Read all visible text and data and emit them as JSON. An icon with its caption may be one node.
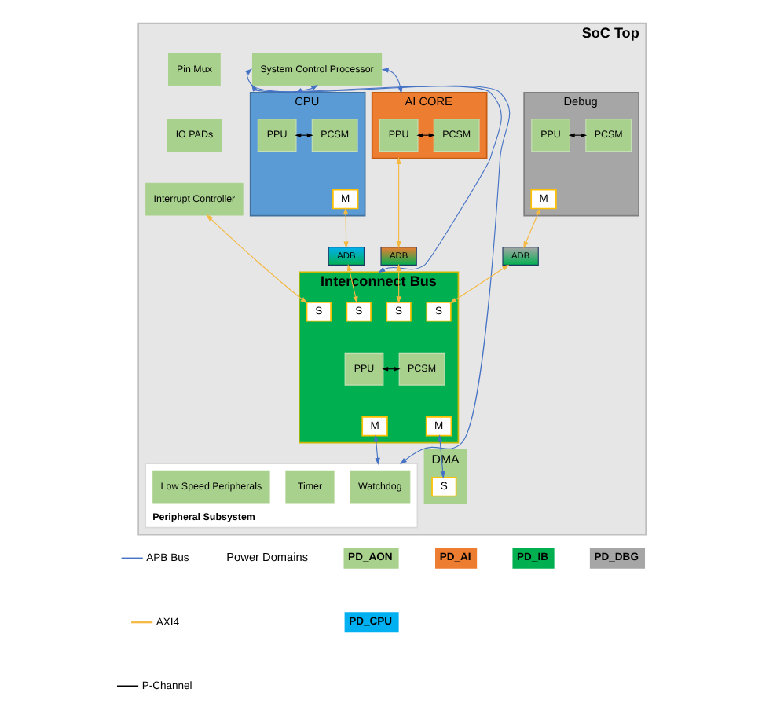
{
  "diagram": {
    "nodes": [
      {
        "text": [
          "SoC Top"
        ]
      },
      {
        "text": [
          "System Control Processor"
        ],
        "in": 0
      },
      {
        "text": [
          "CPU"
        ],
        "in": 0
      },
      {
        "text": [
          "PPU"
        ],
        "in": 2
      },
      {
        "text": [
          "PCSM"
        ],
        "in": 2
      },
      {
        "text": [
          "M"
        ],
        "in": 2
      },
      {
        "text": [
          "Debug"
        ],
        "in": 0
      },
      {
        "text": [
          "PPU"
        ],
        "in": 6
      },
      {
        "text": [
          "PCSM"
        ],
        "in": 6
      },
      {
        "text": [
          "M"
        ],
        "in": 6
      },
      {
        "text": [
          "AI CORE"
        ],
        "in": 0
      },
      {
        "text": [
          "PPU"
        ],
        "in": 10
      },
      {
        "text": [
          "PCSM"
        ],
        "in": 10
      },
      {
        "text": [
          "Pin Mux"
        ],
        "in": 0
      },
      {
        "text": [
          "IO PADs"
        ],
        "in": 0
      },
      {
        "text": [
          "Interrupt Controller"
        ],
        "in": 0
      },
      {
        "text": [
          "ADB"
        ],
        "in": 0
      },
      {
        "text": [
          "ADB"
        ],
        "in": 0
      },
      {
        "text": [
          "ADB"
        ],
        "in": 0
      },
      {
        "text": [
          "Interconnect Bus"
        ],
        "in": 0
      },
      {
        "text": [
          "S"
        ],
        "in": 19
      },
      {
        "text": [
          "S"
        ],
        "in": 19
      },
      {
        "text": [
          "S"
        ],
        "in": 19
      },
      {
        "text": [
          "S"
        ],
        "in": 19
      },
      {
        "text": [
          "PPU"
        ],
        "in": 19
      },
      {
        "text": [
          "PCSM"
        ],
        "in": 19
      },
      {
        "text": [
          "M"
        ],
        "in": 19
      },
      {
        "text": [
          "M"
        ],
        "in": 19
      },
      {
        "text": [
          "Peripheral Subsystem"
        ],
        "in": 0
      },
      {
        "text": [
          "Watchdog"
        ],
        "in": 28
      },
      {
        "text": [
          "Timer"
        ],
        "in": 28
      },
      {
        "text": [
          "Low Speed Peripherals"
        ],
        "in": 28
      },
      {
        "text": [
          "DMA"
        ],
        "in": 0
      },
      {
        "text": [
          "S"
        ],
        "in": 32
      }
    ],
    "edges": [
      {
        "from": 1,
        "to": 10,
        "arrow": "both",
        "color": "#4472c4"
      },
      {
        "from": 1,
        "to": 2,
        "arrow": "both",
        "color": "#4472c4"
      },
      {
        "from": 1,
        "to": 19,
        "arrow": "both",
        "color": "#4472c4"
      },
      {
        "from": 1,
        "to": 28,
        "arrow": "both",
        "color": "#4472c4"
      },
      {
        "from": 3,
        "to": 4,
        "arrow": "both",
        "color": "#000000"
      },
      {
        "from": 7,
        "to": 8,
        "arrow": "both",
        "color": "#000000"
      },
      {
        "from": 11,
        "to": 12,
        "arrow": "both",
        "color": "#000000"
      },
      {
        "from": 5,
        "to": 16,
        "arrow": "both"
      },
      {
        "from": 9,
        "to": 17,
        "arrow": "both"
      },
      {
        "from": 10,
        "to": 18,
        "arrow": "both"
      },
      {
        "from": 16,
        "to": 20,
        "arrow": "both"
      },
      {
        "from": 17,
        "to": 21,
        "arrow": "both"
      },
      {
        "from": 18,
        "to": 22,
        "arrow": "both"
      },
      {
        "from": 15,
        "to": 23,
        "arrow": "both"
      },
      {
        "from": 24,
        "to": 25,
        "arrow": "both",
        "color": "#000000"
      },
      {
        "from": 26,
        "to": 28,
        "arrow": "both",
        "color": "#4472c4"
      },
      {
        "from": 27,
        "to": 33,
        "arrow": "both",
        "color": "#4472c4"
      }
    ],
    "labels": [
      "Power Domains"
    ],
    "legend": [
      {
        "text": "PD_AON",
        "color": "#a9d18e"
      },
      {
        "text": "PD_AI",
        "color": "#ed7d31"
      },
      {
        "text": "PD_IB",
        "color": "#00b050"
      },
      {
        "text": "PD_DBG",
        "color": "#a6a6a6"
      },
      {
        "text": "PD_CPU",
        "color": "#00b0f0"
      },
      {
        "text": "APB Bus"
      },
      {
        "text": "AXI4"
      },
      {
        "text": "P-Channel"
      }
    ]
  }
}
